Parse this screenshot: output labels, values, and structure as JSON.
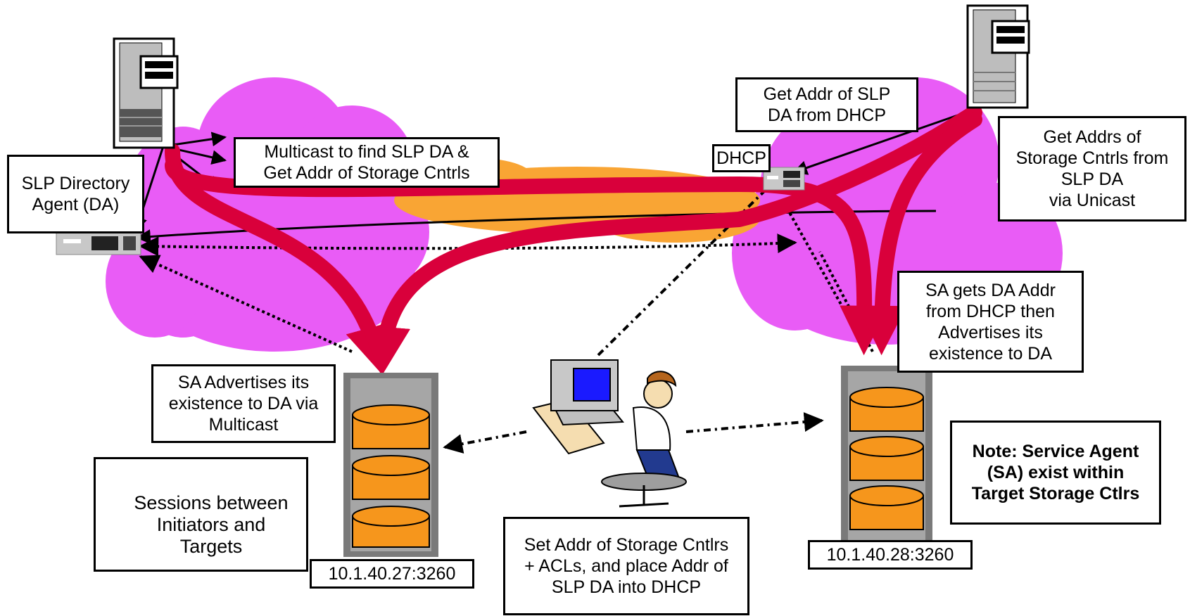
{
  "labels": {
    "slp_da": [
      "SLP Directory",
      "Agent (DA)"
    ],
    "multicast_find": [
      "Multicast to find SLP DA &",
      "Get Addr of Storage Cntrls"
    ],
    "get_addr_dhcp": [
      "Get Addr of SLP",
      "DA from DHCP"
    ],
    "dhcp": "DHCP",
    "get_addrs_storage": [
      "Get Addrs of",
      "Storage Cntrls from",
      "SLP DA",
      "via Unicast"
    ],
    "sa_gets_da": [
      "SA gets DA Addr",
      "from DHCP then",
      "Advertises its",
      "existence to DA"
    ],
    "sa_advertises": [
      "SA Advertises its",
      "existence to DA via",
      "Multicast"
    ],
    "legend_sessions": [
      "Sessions between",
      "Initiators and",
      "Targets"
    ],
    "addr_left": "10.1.40.27:3260",
    "addr_right": "10.1.40.28:3260",
    "set_addr": [
      "Set Addr of Storage Cntlrs",
      "+ ACLs, and place Addr of",
      "SLP DA into DHCP"
    ],
    "note": [
      "Note: Service Agent",
      "(SA) exist within",
      "Target Storage Ctlrs"
    ]
  },
  "colors": {
    "cloud": "#e95cf6",
    "backbone": "#f9a534",
    "session_arrow": "#d9003b",
    "storage": "#f6961c",
    "server": "#c8c8c8"
  },
  "icons": [
    "server-tower-icon",
    "rack-server-icon",
    "dhcp-server-icon",
    "storage-controller-icon",
    "admin-workstation-icon"
  ]
}
